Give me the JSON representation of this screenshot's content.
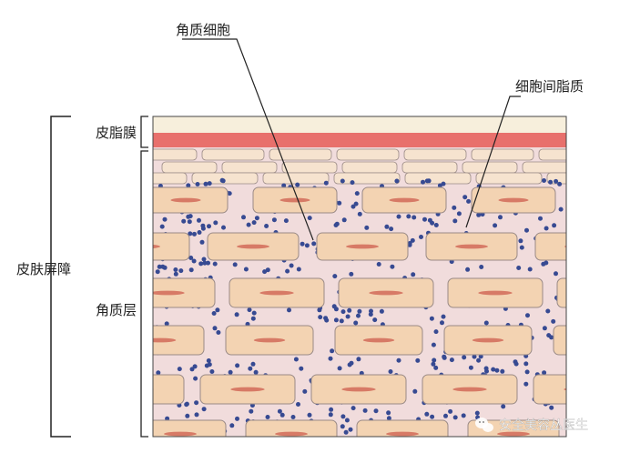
{
  "labels": {
    "keratinocyte": "角质细胞",
    "intercellular_lipid": "细胞间脂质",
    "sebum_film": "皮脂膜",
    "skin_barrier": "皮肤屏障",
    "stratum_corneum": "角质层"
  },
  "watermark": {
    "text": "安全美容丛医生"
  },
  "colors": {
    "sebum_film": "#f7efdc",
    "red_band": "#e8706c",
    "cell_fill": "#f3d3b2",
    "cell_border": "#9a8a86",
    "cell_nucleus": "#d77a66",
    "intercellular_bg": "#f1dcdc",
    "lipid_dot": "#374a92",
    "line": "#222222"
  }
}
